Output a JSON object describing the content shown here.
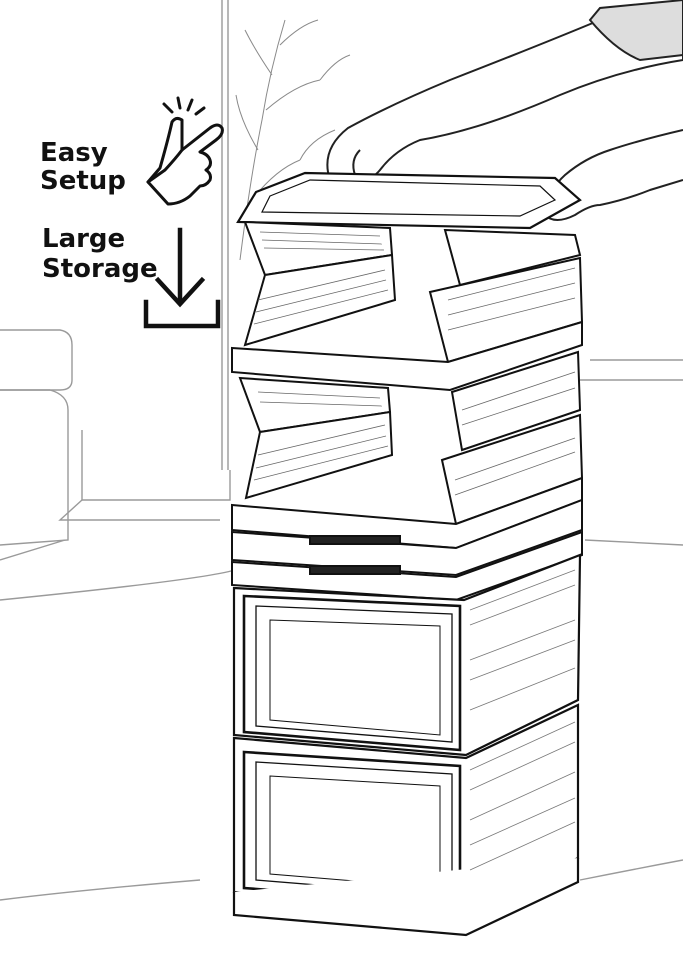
{
  "callouts": {
    "easy_setup": {
      "line1": "Easy",
      "line2": "Setup",
      "icon": "pointing-hand-icon"
    },
    "large_storage": {
      "line1": "Large",
      "line2": "Storage",
      "icon": "download-arrow-icon"
    }
  },
  "illustration": {
    "style": "black-and-white line drawing",
    "colors": {
      "ink": "#111111",
      "paper": "#ffffff",
      "light_line": "#9a9a9a"
    }
  }
}
